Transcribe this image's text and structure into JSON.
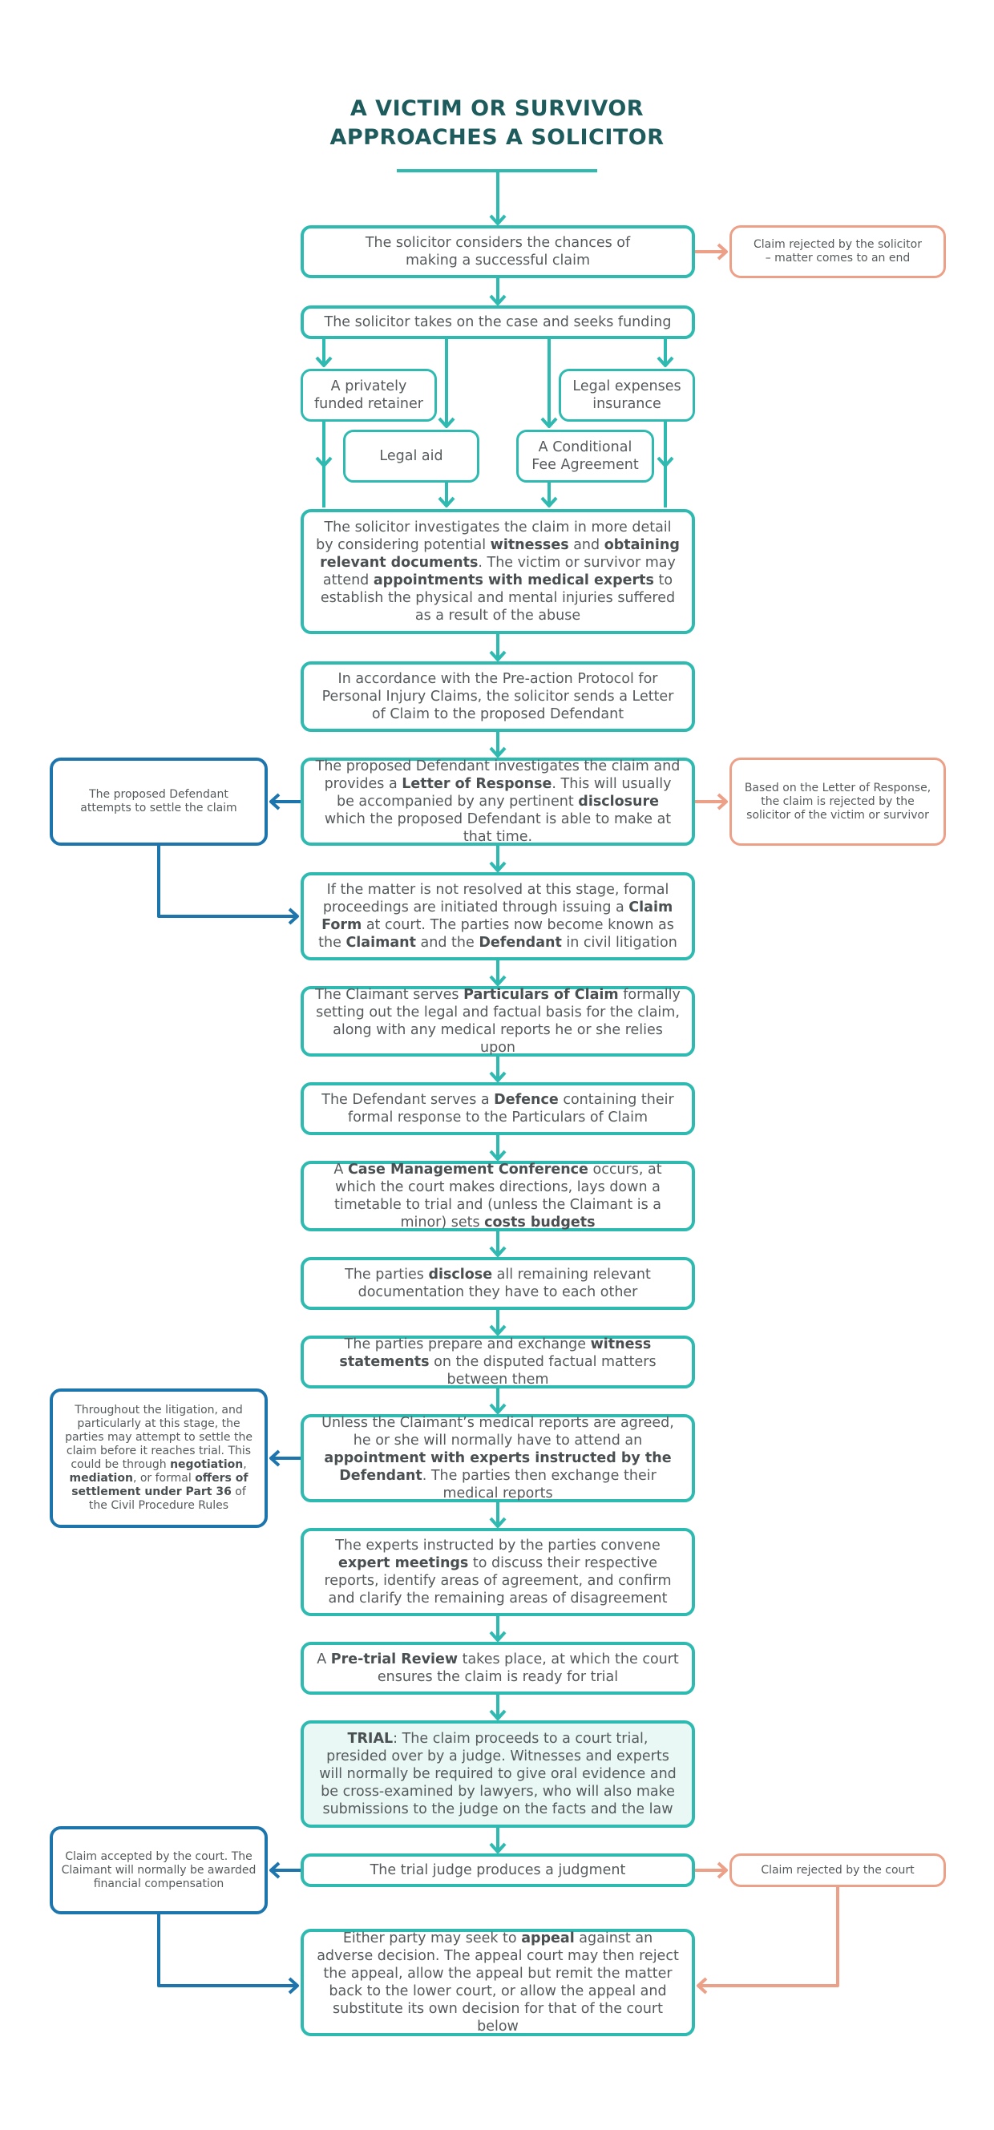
{
  "title_lines": [
    "A VICTIM OR SURVIVOR",
    "APPROACHES A SOLICITOR"
  ],
  "colors": {
    "main": "#2fbab1",
    "rejected": "#eda088",
    "settled": "#1d75ad",
    "title": "#1e5b5d",
    "trial_fill": "#e9f7f5",
    "text": "#555a5c"
  },
  "boxes": {
    "considers": {
      "segments": [
        {
          "t": "The solicitor considers the chances of making a successful claim"
        }
      ]
    },
    "rejected_by_solicitor": {
      "segments": [
        {
          "t": "Claim rejected by the solicitor – matter comes to an end"
        }
      ]
    },
    "takes_case": {
      "segments": [
        {
          "t": "The solicitor takes on the case and seeks funding"
        }
      ]
    },
    "privately_funded": {
      "segments": [
        {
          "t": "A privately funded retainer"
        }
      ]
    },
    "legal_expenses": {
      "segments": [
        {
          "t": "Legal expenses insurance"
        }
      ]
    },
    "legal_aid": {
      "segments": [
        {
          "t": "Legal aid"
        }
      ]
    },
    "cfa": {
      "segments": [
        {
          "t": "A Conditional Fee Agreement"
        }
      ]
    },
    "investigates": {
      "segments": [
        {
          "t": "The solicitor investigates the claim in more detail by considering potential "
        },
        {
          "t": "witnesses",
          "b": true
        },
        {
          "t": " and "
        },
        {
          "t": "obtaining relevant documents",
          "b": true
        },
        {
          "t": ". The victim or survivor may attend "
        },
        {
          "t": "appointments with medical experts",
          "b": true
        },
        {
          "t": " to establish the physical and mental injuries suffered as a result of the abuse"
        }
      ]
    },
    "pre_action": {
      "segments": [
        {
          "t": "In accordance with the Pre-action Protocol for Personal Injury Claims, the solicitor sends a Letter of Claim to the proposed Defendant"
        }
      ]
    },
    "letter_response": {
      "segments": [
        {
          "t": "The proposed Defendant investigates the claim and provides a "
        },
        {
          "t": "Letter of Response",
          "b": true
        },
        {
          "t": ". This will usually be accompanied by any pertinent "
        },
        {
          "t": "disclosure",
          "b": true
        },
        {
          "t": " which the proposed Defendant is able to make at that time."
        }
      ]
    },
    "attempt_settle": {
      "segments": [
        {
          "t": "The proposed Defendant attempts to settle the claim"
        }
      ]
    },
    "rejected_letter": {
      "segments": [
        {
          "t": "Based on the Letter of Response, the claim is rejected by the solicitor of the victim or survivor"
        }
      ]
    },
    "claim_form": {
      "segments": [
        {
          "t": "If the matter is not resolved at this stage, formal proceedings are initiated through issuing a "
        },
        {
          "t": "Claim Form",
          "b": true
        },
        {
          "t": " at court. The parties now become known as the "
        },
        {
          "t": "Claimant",
          "b": true
        },
        {
          "t": " and the "
        },
        {
          "t": "Defendant",
          "b": true
        },
        {
          "t": " in civil litigation"
        }
      ]
    },
    "particulars": {
      "segments": [
        {
          "t": "The Claimant serves "
        },
        {
          "t": "Particulars of Claim",
          "b": true
        },
        {
          "t": " formally setting out the legal and factual basis for the claim, along with any medical reports he or she relies upon"
        }
      ]
    },
    "defence": {
      "segments": [
        {
          "t": "The Defendant serves a "
        },
        {
          "t": "Defence",
          "b": true
        },
        {
          "t": " containing their formal response to the Particulars of Claim"
        }
      ]
    },
    "cmc": {
      "segments": [
        {
          "t": "A "
        },
        {
          "t": "Case Management Conference",
          "b": true
        },
        {
          "t": " occurs, at which the court makes directions, lays down a timetable to trial and (unless the Claimant is a minor) sets "
        },
        {
          "t": "costs budgets",
          "b": true
        }
      ]
    },
    "disclose": {
      "segments": [
        {
          "t": "The parties "
        },
        {
          "t": "disclose",
          "b": true
        },
        {
          "t": " all remaining relevant documentation they have to each other"
        }
      ]
    },
    "witness": {
      "segments": [
        {
          "t": "The parties prepare and exchange "
        },
        {
          "t": "witness statements",
          "b": true
        },
        {
          "t": " on the disputed factual matters between them"
        }
      ]
    },
    "medical": {
      "segments": [
        {
          "t": "Unless the Claimant’s medical reports are agreed, he or she will normally have to attend an "
        },
        {
          "t": "appointment with experts instructed by the Defendant",
          "b": true
        },
        {
          "t": ". The parties then exchange their medical reports"
        }
      ]
    },
    "throughout": {
      "segments": [
        {
          "t": "Throughout the litigation, and particularly at this stage, the parties may attempt to settle the claim before it reaches trial. This could be through "
        },
        {
          "t": "negotiation",
          "b": true
        },
        {
          "t": ", "
        },
        {
          "t": "mediation",
          "b": true
        },
        {
          "t": ", or formal "
        },
        {
          "t": "offers of settlement under Part 36",
          "b": true
        },
        {
          "t": " of the Civil Procedure Rules"
        }
      ]
    },
    "expert_meetings": {
      "segments": [
        {
          "t": "The experts instructed by the parties convene "
        },
        {
          "t": "expert meetings",
          "b": true
        },
        {
          "t": " to discuss their respective reports, identify areas of agreement, and confirm and clarify the remaining areas of disagreement"
        }
      ]
    },
    "pretrial": {
      "segments": [
        {
          "t": "A "
        },
        {
          "t": "Pre-trial Review",
          "b": true
        },
        {
          "t": " takes place, at which the court ensures the claim is ready for trial"
        }
      ]
    },
    "trial": {
      "segments": [
        {
          "t": "TRIAL",
          "b": true
        },
        {
          "t": ": The claim proceeds to a court trial, presided over by a judge. Witnesses and experts will normally be required to give oral evidence and be cross-examined by lawyers, who will also make submissions to the judge on the facts and the law"
        }
      ]
    },
    "judgment": {
      "segments": [
        {
          "t": "The trial judge produces a judgment"
        }
      ]
    },
    "accepted": {
      "segments": [
        {
          "t": "Claim accepted by the court. The Claimant will normally be awarded financial compensation"
        }
      ]
    },
    "rejected_court": {
      "segments": [
        {
          "t": "Claim rejected by the court"
        }
      ]
    },
    "appeal": {
      "segments": [
        {
          "t": "Either party may seek to "
        },
        {
          "t": "appeal",
          "b": true
        },
        {
          "t": " against an adverse decision. The appeal court may then reject the appeal, allow the appeal but remit the matter back to the lower court, or allow the appeal and substitute its own decision for that of the court below"
        }
      ]
    }
  }
}
